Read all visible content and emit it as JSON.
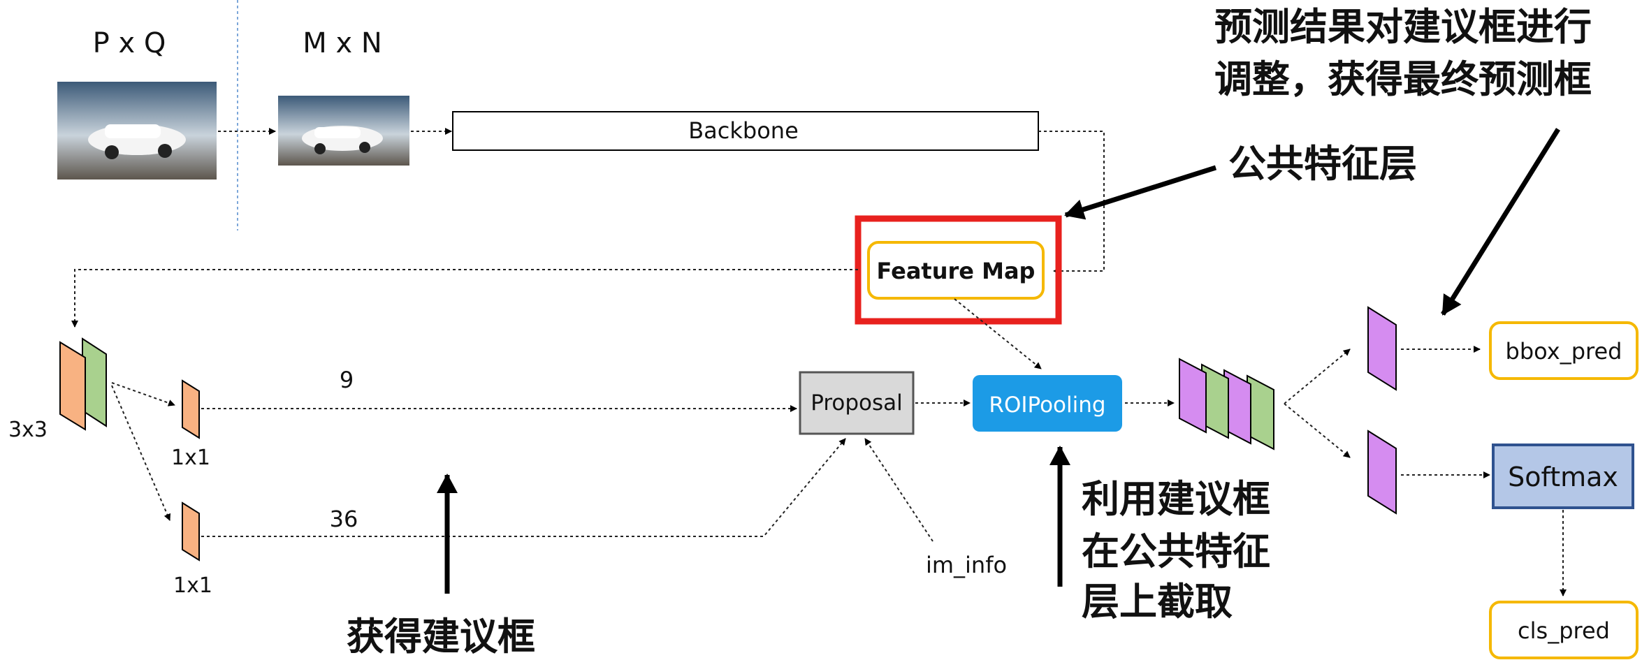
{
  "labels": {
    "pxq": "P x Q",
    "mxn": "M x N",
    "backbone": "Backbone",
    "feature_map": "Feature Map",
    "conv3": "3x3",
    "conv1_top": "1x1",
    "conv1_bottom": "1x1",
    "num9": "9",
    "num36": "36",
    "proposal": "Proposal",
    "roipooling": "ROIPooling",
    "im_info": "im_info",
    "bbox_pred": "bbox_pred",
    "softmax": "Softmax",
    "cls_pred": "cls_pred"
  },
  "annotations": {
    "top_right_line1": "预测结果对建议框进行",
    "top_right_line2": "调整，获得最终预测框",
    "shared_feature": "公共特征层",
    "get_proposal": "获得建议框",
    "roi_line1": "利用建议框",
    "roi_line2": "在公共特征",
    "roi_line3": "层上截取"
  },
  "colors": {
    "orange": "#f8b282",
    "green": "#a9d18e",
    "purple": "#d58cf0",
    "roi_blue": "#1c9be6",
    "softmax_blue": "#b4c7e7",
    "proposal_gray": "#d9d9d9",
    "yellow_border": "#f5b800",
    "red_highlight": "#e8211e"
  }
}
